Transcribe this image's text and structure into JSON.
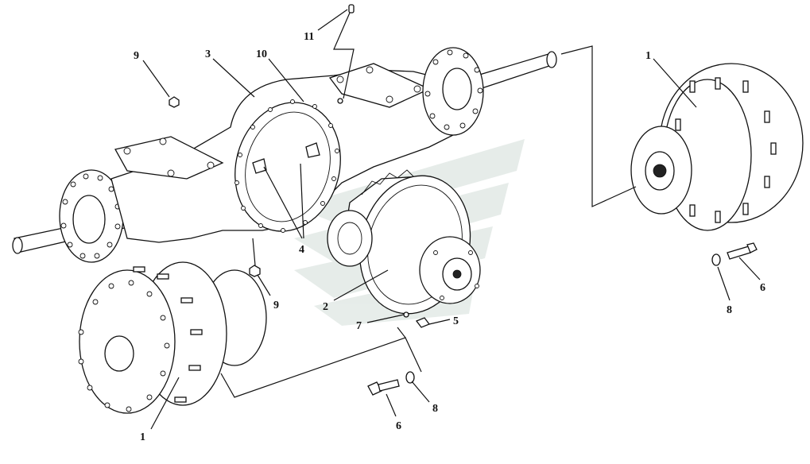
{
  "diagram": {
    "callouts": [
      {
        "key": "c11",
        "text": "11"
      },
      {
        "key": "c9a",
        "text": "9"
      },
      {
        "key": "c3",
        "text": "3"
      },
      {
        "key": "c10",
        "text": "10"
      },
      {
        "key": "c1a",
        "text": "1"
      },
      {
        "key": "c4",
        "text": "4"
      },
      {
        "key": "c9b",
        "text": "9"
      },
      {
        "key": "c2",
        "text": "2"
      },
      {
        "key": "c7",
        "text": "7"
      },
      {
        "key": "c5",
        "text": "5"
      },
      {
        "key": "c6a",
        "text": "6"
      },
      {
        "key": "c8a",
        "text": "8"
      },
      {
        "key": "c6b",
        "text": "6"
      },
      {
        "key": "c8b",
        "text": "8"
      },
      {
        "key": "c1b",
        "text": "1"
      }
    ]
  }
}
